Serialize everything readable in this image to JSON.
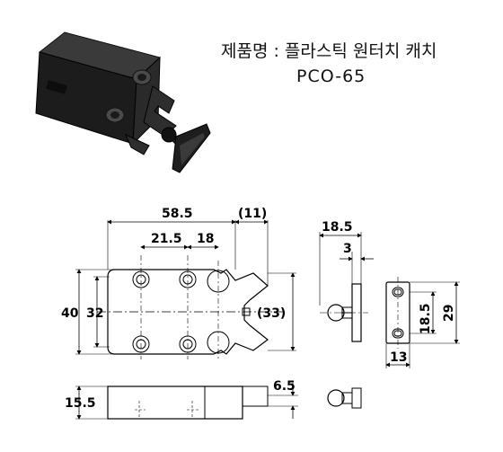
{
  "product": {
    "name_label": "제품명 : 플라스틱 원터치 캐치",
    "model": "PCO-65"
  },
  "dimensions": {
    "front_width": "58.5",
    "front_ext": "(11)",
    "hole_offset": "21.5",
    "hole_pitch": "18",
    "height_outer": "40",
    "height_inner": "32",
    "plunger_height": "(33)",
    "side_depth": "18.5",
    "side_plate": "3",
    "end_hole_pitch": "18.5",
    "end_height": "29",
    "end_width": "13",
    "bottom_height": "15.5",
    "bottom_plunger": "6.5"
  }
}
